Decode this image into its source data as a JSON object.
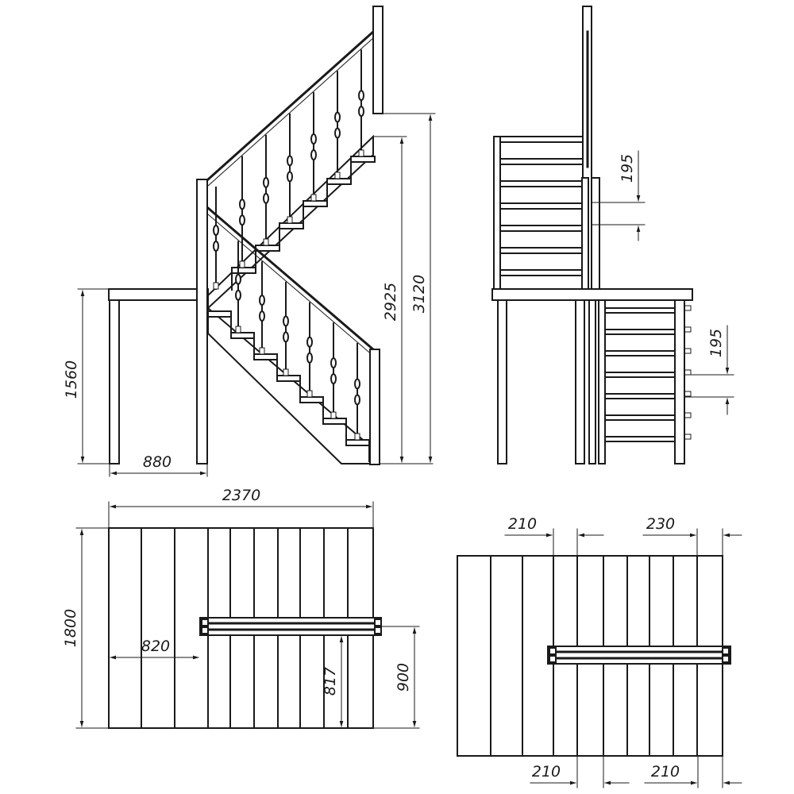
{
  "colors": {
    "line": "#1a1a1a",
    "background": "#ffffff"
  },
  "dimensions": {
    "landing_height": "1560",
    "landing_depth": "880",
    "rise_total_1": "2925",
    "rise_total_2": "3120",
    "step_rise_top": "195",
    "step_rise_bottom": "195",
    "plan_length": "2370",
    "plan_width": "1800",
    "plan_offset": "820",
    "plan_flight_a": "817",
    "plan_flight_b": "900",
    "tread_top_left": "210",
    "tread_top_right": "230",
    "tread_bottom_left": "210",
    "tread_bottom_right": "210"
  }
}
